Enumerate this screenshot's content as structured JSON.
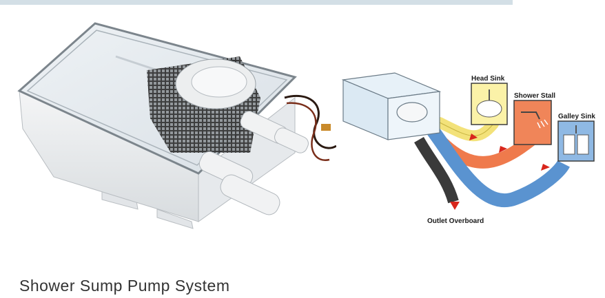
{
  "caption": "Shower Sump Pump System",
  "diagram": {
    "labels": {
      "head_sink": "Head Sink",
      "shower_stall": "Shower Stall",
      "galley_sink": "Galley Sink",
      "outlet": "Outlet Overboard"
    }
  },
  "colors": {
    "top_band": "#d3dfe6",
    "hose_yellow": "#f3e27a",
    "hose_orange": "#ef7a4c",
    "hose_blue": "#5a93d0",
    "hose_outlet": "#3a3a3a",
    "arrow_red": "#d8261c"
  }
}
